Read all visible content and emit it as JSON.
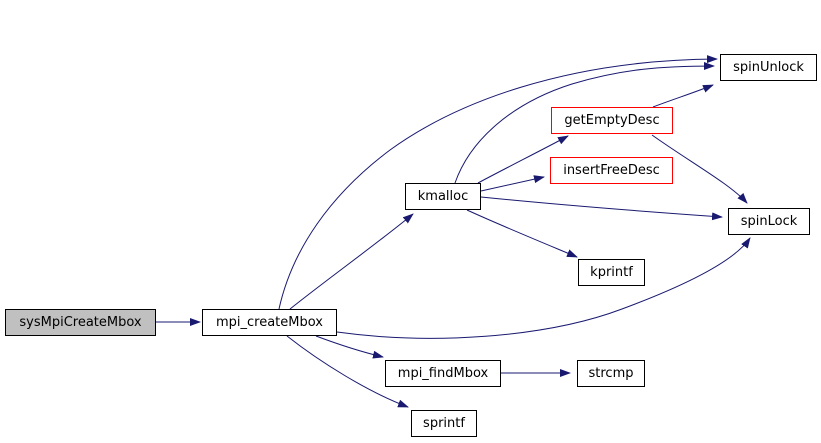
{
  "diagram": {
    "type": "call-graph",
    "colors": {
      "background": "#ffffff",
      "edge": "#191970",
      "node_border": "#000000",
      "truncated_node_border": "#ff0000",
      "root_node_fill": "#c0c0c0",
      "node_fill": "#ffffff",
      "text": "#000000"
    },
    "nodes": [
      {
        "id": "sysMpiCreateMbox",
        "label": "sysMpiCreateMbox",
        "style": "root"
      },
      {
        "id": "mpi_createMbox",
        "label": "mpi_createMbox",
        "style": "normal"
      },
      {
        "id": "kmalloc",
        "label": "kmalloc",
        "style": "normal"
      },
      {
        "id": "getEmptyDesc",
        "label": "getEmptyDesc",
        "style": "truncated"
      },
      {
        "id": "insertFreeDesc",
        "label": "insertFreeDesc",
        "style": "truncated"
      },
      {
        "id": "spinUnlock",
        "label": "spinUnlock",
        "style": "normal"
      },
      {
        "id": "spinLock",
        "label": "spinLock",
        "style": "normal"
      },
      {
        "id": "kprintf",
        "label": "kprintf",
        "style": "normal"
      },
      {
        "id": "mpi_findMbox",
        "label": "mpi_findMbox",
        "style": "normal"
      },
      {
        "id": "strcmp",
        "label": "strcmp",
        "style": "normal"
      },
      {
        "id": "sprintf",
        "label": "sprintf",
        "style": "normal"
      }
    ],
    "edges": [
      {
        "from": "sysMpiCreateMbox",
        "to": "mpi_createMbox"
      },
      {
        "from": "mpi_createMbox",
        "to": "spinUnlock"
      },
      {
        "from": "mpi_createMbox",
        "to": "kmalloc"
      },
      {
        "from": "mpi_createMbox",
        "to": "spinLock"
      },
      {
        "from": "mpi_createMbox",
        "to": "mpi_findMbox"
      },
      {
        "from": "mpi_createMbox",
        "to": "sprintf"
      },
      {
        "from": "kmalloc",
        "to": "spinUnlock"
      },
      {
        "from": "kmalloc",
        "to": "getEmptyDesc"
      },
      {
        "from": "kmalloc",
        "to": "insertFreeDesc"
      },
      {
        "from": "kmalloc",
        "to": "spinLock"
      },
      {
        "from": "kmalloc",
        "to": "kprintf"
      },
      {
        "from": "getEmptyDesc",
        "to": "spinUnlock"
      },
      {
        "from": "getEmptyDesc",
        "to": "spinLock"
      },
      {
        "from": "mpi_findMbox",
        "to": "strcmp"
      }
    ]
  }
}
